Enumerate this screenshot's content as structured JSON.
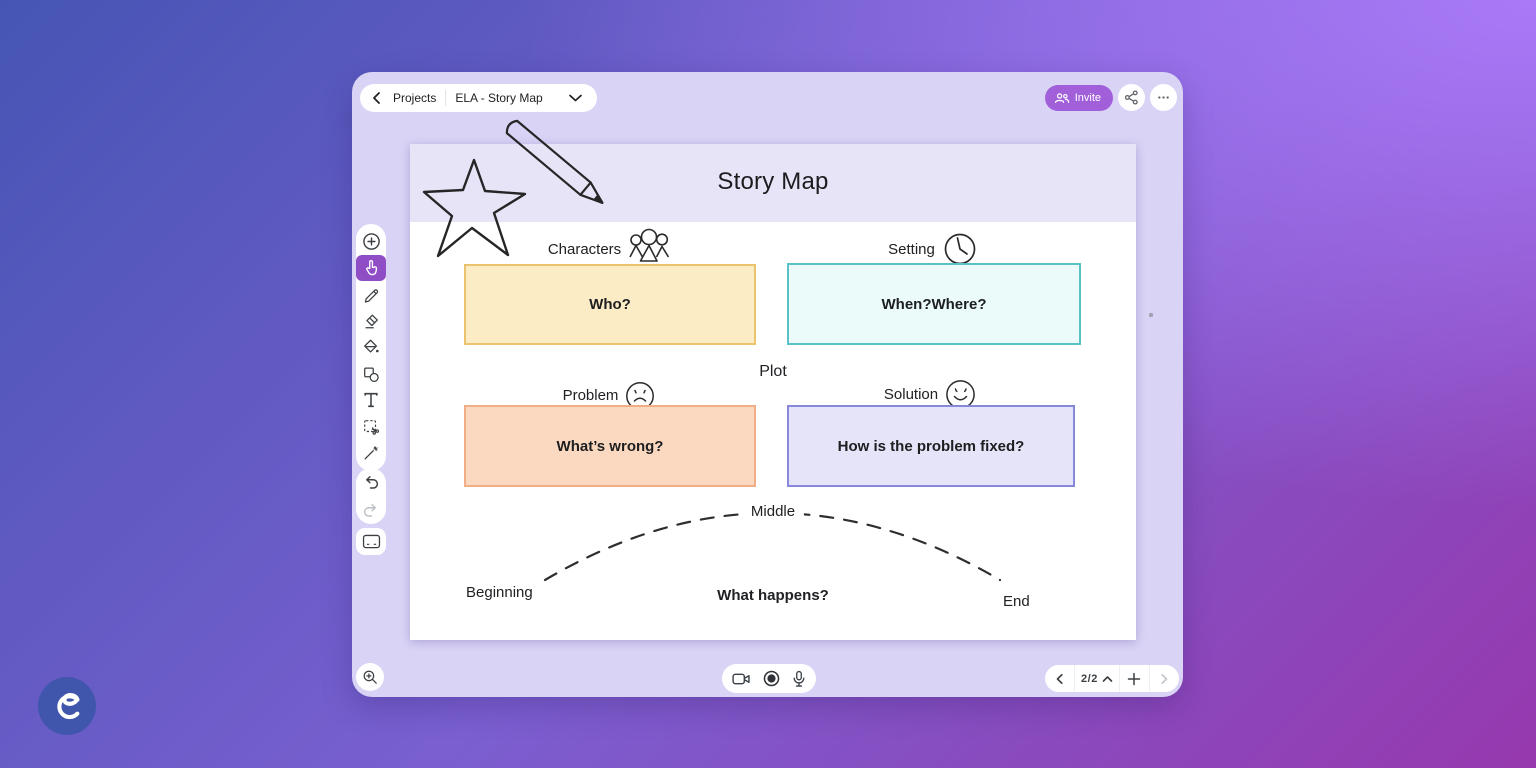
{
  "theme": {
    "bg-blue": "#4655b4",
    "bg-violet": "#a87af8",
    "bg-magenta": "#9738ae",
    "window-bg": "#d9d3f5",
    "canvas-header": "#e8e4f8",
    "accent-purple": "#a160da",
    "tool-selected": "#8f4ec6",
    "icon-dark": "#3c4043",
    "yellow-fill": "#fcecc6",
    "yellow-border": "#eac36c",
    "cyan-fill": "#eafbfa",
    "cyan-border": "#58c2c6",
    "salmon-fill": "#fbd9c0",
    "salmon-border": "#efae86",
    "lavender-fill": "#e6e4f8",
    "lavender-border": "#8787dc",
    "logo-bg": "#4056ac"
  },
  "topbar": {
    "projects_label": "Projects",
    "project_name": "ELA - Story Map",
    "invite_label": "Invite"
  },
  "canvas": {
    "title": "Story Map",
    "characters_label": "Characters",
    "characters_box_text": "Who?",
    "setting_label": "Setting",
    "setting_box_text": "When?Where?",
    "plot_label": "Plot",
    "problem_label": "Problem",
    "problem_box_text": "What’s wrong?",
    "solution_label": "Solution",
    "solution_box_text": "How is the problem fixed?",
    "beginning_label": "Beginning",
    "middle_label": "Middle",
    "end_label": "End",
    "arc_question": "What happens?"
  },
  "bottombar": {
    "page_indicator": "2/2"
  }
}
